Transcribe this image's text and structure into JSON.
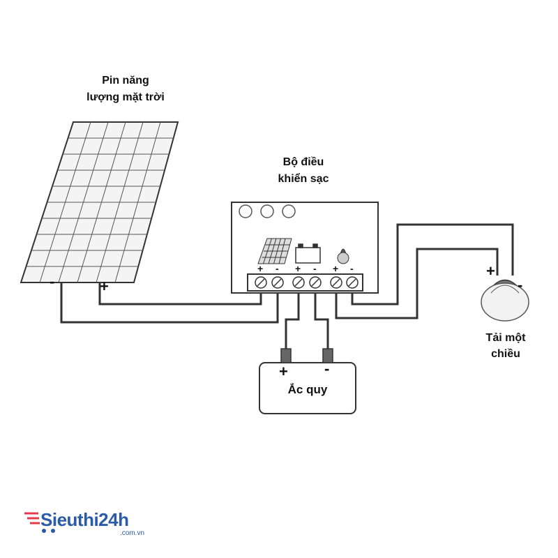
{
  "labels": {
    "solar_panel": [
      "Pin năng",
      "lượng mặt trời"
    ],
    "controller": [
      "Bộ điều",
      "khiển sạc"
    ],
    "load": [
      "Tải một",
      "chiều"
    ],
    "battery": "Ắc quy"
  },
  "signs": {
    "panel_minus": "-",
    "panel_plus": "+",
    "battery_plus": "+",
    "battery_minus": "-",
    "load_plus": "+",
    "load_minus": "-",
    "controller_terminals": [
      "+",
      "-",
      "+",
      "-",
      "+",
      "-"
    ]
  },
  "logo": {
    "name": "Sieuthi24h",
    "domain": ".com.vn",
    "accent_color": "#e63a4a",
    "text_color": "#2a5aa8"
  },
  "icons": [
    "solar-panel-icon",
    "battery-icon",
    "bulb-icon"
  ]
}
